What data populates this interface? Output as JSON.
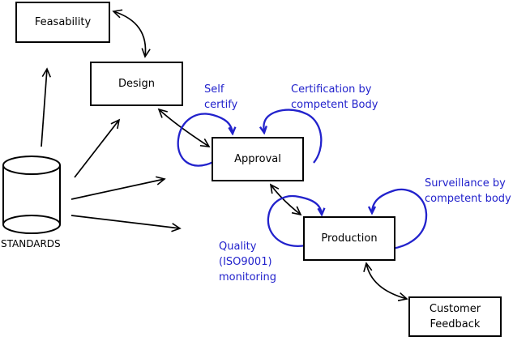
{
  "colors": {
    "annotation_blue": "#2222cc",
    "line_black": "#000000",
    "background": "#ffffff"
  },
  "nodes": {
    "feasability": "Feasability",
    "design": "Design",
    "approval": "Approval",
    "production": "Production",
    "customer_feedback": "Customer\nFeedback",
    "standards": "STANDARDS"
  },
  "annotations": {
    "self_certify": "Self\ncertify",
    "certification": "Certification by\ncompetent Body",
    "surveillance": "Surveillance by\ncompetent body",
    "quality": "Quality\n(ISO9001)\nmonitoring"
  },
  "edges": [
    {
      "from": "feasability",
      "to": "design",
      "bidirectional": true
    },
    {
      "from": "standards",
      "to": "feasability",
      "bidirectional": false
    },
    {
      "from": "standards",
      "to": "design",
      "bidirectional": false
    },
    {
      "from": "standards",
      "to": "approval",
      "bidirectional": false
    },
    {
      "from": "standards",
      "to": "production",
      "bidirectional": false
    },
    {
      "from": "design",
      "to": "approval",
      "bidirectional": true
    },
    {
      "from": "approval",
      "to": "production",
      "bidirectional": true
    },
    {
      "from": "production",
      "to": "customer_feedback",
      "bidirectional": true
    },
    {
      "self_loop_on": "approval",
      "label": "self_certify"
    },
    {
      "self_loop_on": "approval",
      "label": "certification"
    },
    {
      "self_loop_on": "production",
      "label": "quality"
    },
    {
      "self_loop_on": "production",
      "label": "surveillance"
    }
  ]
}
